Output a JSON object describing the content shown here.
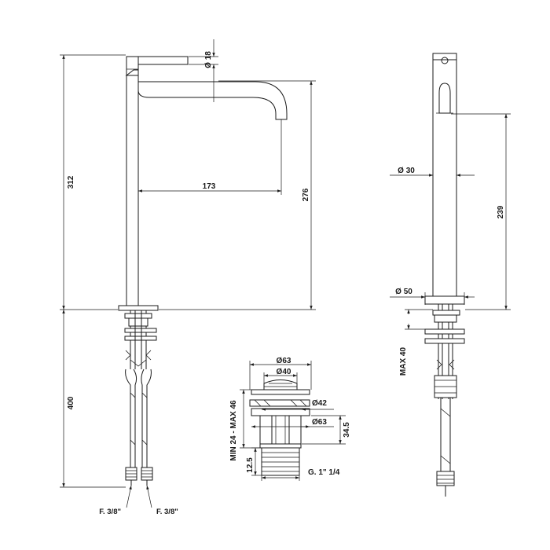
{
  "front_view": {
    "overall_height": "312",
    "spout_height": "276",
    "spout_reach": "173",
    "lever_diameter": "Ø 18",
    "below_deck": "400",
    "hose_left_thread": "F. 3/8\"",
    "hose_right_thread": "F. 3/8\""
  },
  "side_view": {
    "body_diameter": "Ø 30",
    "height_to_outlet": "239",
    "base_diameter": "Ø 50",
    "max_deck_thickness": "MAX 40"
  },
  "waste_detail": {
    "cap_outer": "Ø63",
    "cap_inner": "Ø40",
    "hole_diameter": "Ø42",
    "flange_outer": "Ø63",
    "flange_height": "34.5",
    "range": "MIN 24 - MAX 46",
    "bottom_height": "12.5",
    "thread": "G. 1\" 1/4"
  }
}
